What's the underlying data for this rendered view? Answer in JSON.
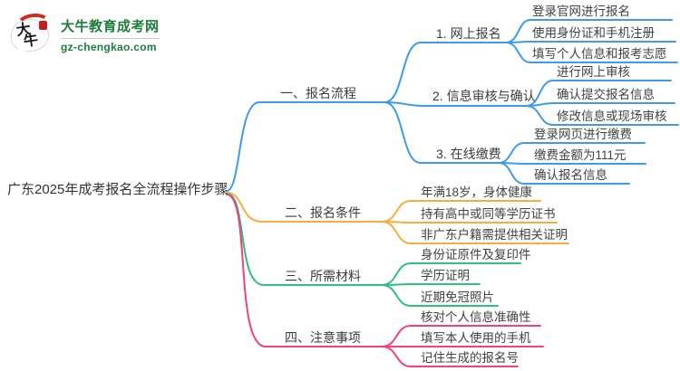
{
  "palette": {
    "branch1": "#3f9ae8",
    "branch2": "#f3af3d",
    "branch3": "#2fbf7f",
    "branch4": "#f2417c",
    "logo_green": "#1e7c3c",
    "seal_red": "#c41e1e",
    "text_dark": "#3c3c3c"
  },
  "logo": {
    "icon_char_top": "大",
    "icon_char_bottom": "牛",
    "title": "大牛教育成考网",
    "site": "gz-chengkao.com"
  },
  "root_label": "广东2025年成考报名全流程操作步骤",
  "branches": [
    {
      "label": "一、报名流程",
      "subtopics": [
        {
          "label": "1. 网上报名",
          "leaves": [
            "登录官网进行报名",
            "使用身份证和手机注册",
            "填写个人信息和报考志愿"
          ]
        },
        {
          "label": "2. 信息审核与确认",
          "leaves": [
            "进行网上审核",
            "确认提交报名信息",
            "修改信息或现场审核"
          ]
        },
        {
          "label": "3. 在线缴费",
          "leaves": [
            "登录网页进行缴费",
            "缴费金额为111元",
            "确认报名信息"
          ]
        }
      ]
    },
    {
      "label": "二、报名条件",
      "leaves": [
        "年满18岁，身体健康",
        "持有高中或同等学历证书",
        "非广东户籍需提供相关证明"
      ]
    },
    {
      "label": "三、所需材料",
      "leaves": [
        "身份证原件及复印件",
        "学历证明",
        "近期免冠照片"
      ]
    },
    {
      "label": "四、注意事项",
      "leaves": [
        "核对个人信息准确性",
        "填写本人使用的手机",
        "记住生成的报名号"
      ]
    }
  ]
}
